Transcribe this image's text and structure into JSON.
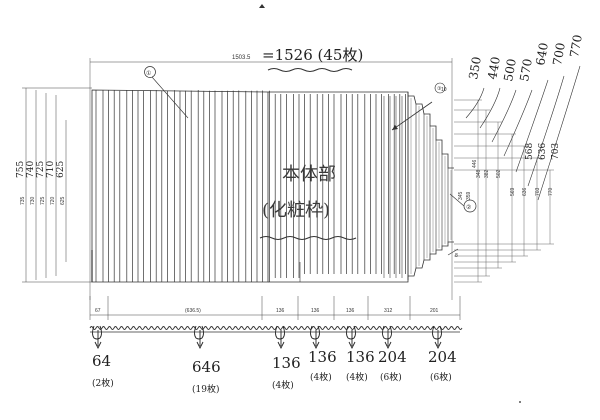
{
  "drawing": {
    "overall": {
      "printed": "1503.5",
      "handwritten": "=1526 (45枚)"
    },
    "label_body": "本体部",
    "label_body_sub": "(化粧枠)",
    "callout_1": "①",
    "callout_2": "②",
    "callout_3": "③",
    "left_heights": {
      "printed": [
        "735",
        "730",
        "725",
        "720",
        "625"
      ],
      "handwritten": [
        "755",
        "740",
        "725",
        "710",
        "625"
      ]
    },
    "right_heights": {
      "printed": [
        "348",
        "382",
        "502",
        "569",
        "636",
        "703",
        "770"
      ],
      "printed_inner": [
        "345",
        "359",
        "446"
      ],
      "handwritten": [
        "350",
        "440",
        "500",
        "570",
        "640",
        "700",
        "770"
      ],
      "handwritten_inner": [
        "568",
        "636",
        "703"
      ]
    },
    "bottom_printed": [
      "67",
      "(636.5)",
      "136",
      "136",
      "136",
      "312",
      "201"
    ],
    "bottom_handwritten": [
      {
        "value": "64",
        "count": "(2枚)"
      },
      {
        "value": "646",
        "count": "(19枚)"
      },
      {
        "value": "136",
        "count": "(4枚)"
      },
      {
        "value": "136",
        "count": "(4枚)"
      },
      {
        "value": "136",
        "count": "(4枚)"
      },
      {
        "value": "204",
        "count": "(6枚)"
      },
      {
        "value": "204",
        "count": "(6枚)"
      }
    ],
    "tiny_label_a": "10",
    "tiny_label_b": "8"
  }
}
